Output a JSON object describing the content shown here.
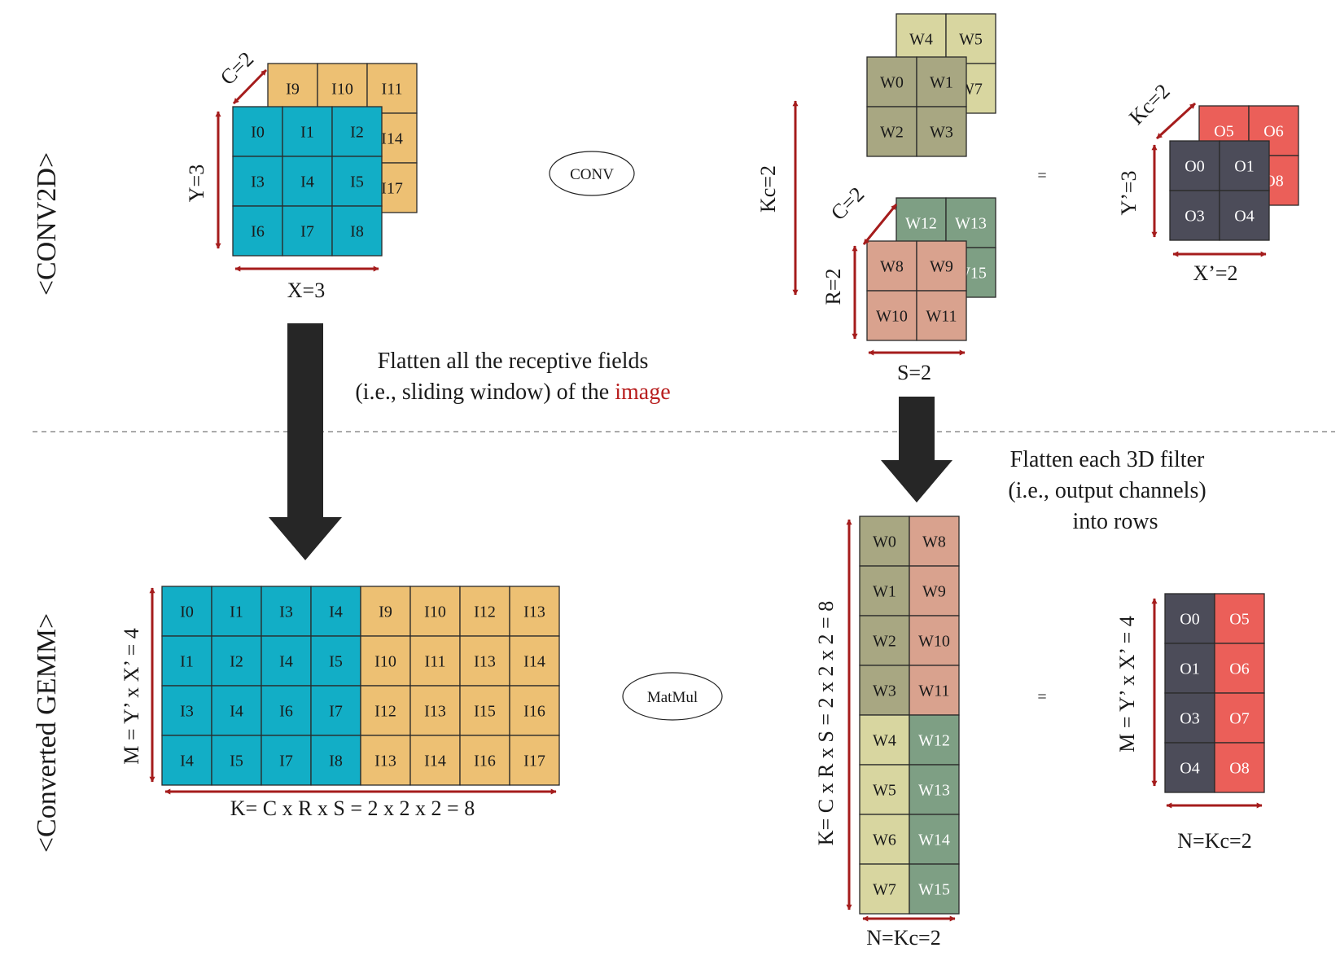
{
  "colors": {
    "blue": "#12aec6",
    "orange": "#edc073",
    "olive": "#a8a782",
    "khaki": "#d8d6a0",
    "salmon": "#d9a28e",
    "green": "#7e9f84",
    "dark": "#4c4c59",
    "red": "#eb5f59",
    "arrow": "#a51c1c",
    "highlight": "#b81e1e"
  },
  "labels": {
    "conv2d_section": "<CONV2D>",
    "gemm_section": "<Converted GEMM>",
    "conv_op": "CONV",
    "matmul_op": "MatMul",
    "equals_top": "=",
    "equals_bottom": "=",
    "input_c": "C=2",
    "input_y": "Y=3",
    "input_x": "X=3",
    "filter_kc": "Kc=2",
    "filter_c": "C=2",
    "filter_r": "R=2",
    "filter_s": "S=2",
    "output_kc": "Kc=2",
    "output_y": "Y’=3",
    "output_x": "X’=2",
    "gemm_m_left": "M = Y’ x X’ = 4",
    "gemm_k_left": "K= C x R x S = 2 x 2 x 2 = 8",
    "gemm_k_mid": "K= C x R x S = 2 x 2 x 2 = 8",
    "gemm_n_mid": "N=Kc=2",
    "gemm_m_right": "M = Y’ x X’ = 4",
    "gemm_n_right": "N=Kc=2"
  },
  "captions": {
    "image_flatten_line1": "Flatten all the receptive fields",
    "image_flatten_line2_prefix": "(i.e., sliding window) of the ",
    "image_flatten_highlight": "image",
    "filter_flatten_line1": "Flatten each 3D filter",
    "filter_flatten_line2": "(i.e., output channels)",
    "filter_flatten_line3": "into rows"
  },
  "input_tensor": {
    "channel0": [
      [
        "I0",
        "I1",
        "I2"
      ],
      [
        "I3",
        "I4",
        "I5"
      ],
      [
        "I6",
        "I7",
        "I8"
      ]
    ],
    "channel1": [
      [
        "I9",
        "I10",
        "I11"
      ],
      [
        "I12",
        "I13",
        "I14"
      ],
      [
        "I15",
        "I16",
        "I17"
      ]
    ]
  },
  "filters": {
    "filter0_ch0": [
      [
        "W0",
        "W1"
      ],
      [
        "W2",
        "W3"
      ]
    ],
    "filter0_ch1": [
      [
        "W4",
        "W5"
      ],
      [
        "W6",
        "W7"
      ]
    ],
    "filter1_ch0": [
      [
        "W8",
        "W9"
      ],
      [
        "W10",
        "W11"
      ]
    ],
    "filter1_ch1": [
      [
        "W12",
        "W13"
      ],
      [
        "W14",
        "W15"
      ]
    ]
  },
  "output_tensor": {
    "channel0": [
      [
        "O0",
        "O1"
      ],
      [
        "O3",
        "O4"
      ]
    ],
    "channel1": [
      [
        "O5",
        "O6"
      ],
      [
        "O7",
        "O8"
      ]
    ]
  },
  "gemm_input": [
    [
      "I0",
      "I1",
      "I3",
      "I4",
      "I9",
      "I10",
      "I12",
      "I13"
    ],
    [
      "I1",
      "I2",
      "I4",
      "I5",
      "I10",
      "I11",
      "I13",
      "I14"
    ],
    [
      "I3",
      "I4",
      "I6",
      "I7",
      "I12",
      "I13",
      "I15",
      "I16"
    ],
    [
      "I4",
      "I5",
      "I7",
      "I8",
      "I13",
      "I14",
      "I16",
      "I17"
    ]
  ],
  "gemm_weights": [
    [
      "W0",
      "W8"
    ],
    [
      "W1",
      "W9"
    ],
    [
      "W2",
      "W10"
    ],
    [
      "W3",
      "W11"
    ],
    [
      "W4",
      "W12"
    ],
    [
      "W5",
      "W13"
    ],
    [
      "W6",
      "W14"
    ],
    [
      "W7",
      "W15"
    ]
  ],
  "gemm_output": [
    [
      "O0",
      "O5"
    ],
    [
      "O1",
      "O6"
    ],
    [
      "O3",
      "O7"
    ],
    [
      "O4",
      "O8"
    ]
  ]
}
